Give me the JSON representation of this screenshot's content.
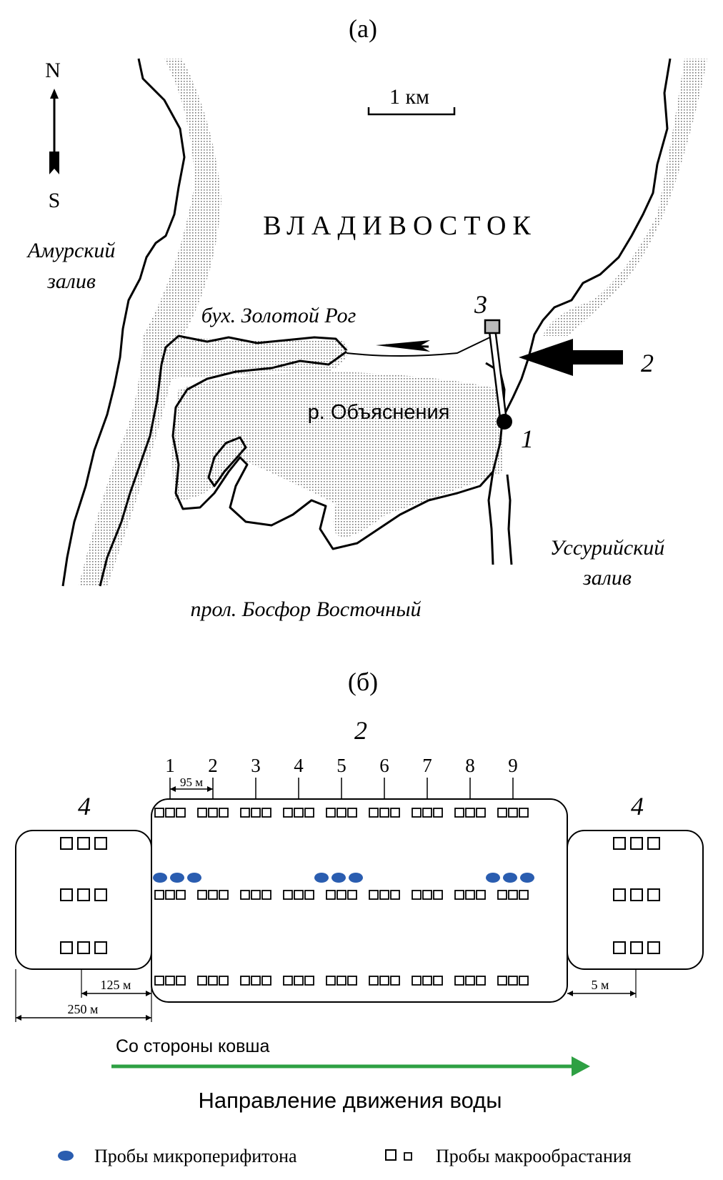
{
  "panel_a": {
    "label": "(a)",
    "compass_n": "N",
    "compass_s": "S",
    "scale_label": "1 км",
    "city": "ВЛАДИВОСТОК",
    "amur_bay": [
      "Амурский",
      "залив"
    ],
    "golden_horn": "бух. Золотой Рог",
    "river": "р. Объяснения",
    "ussuri_bay": [
      "Уссурийский",
      "залив"
    ],
    "bosphorus": "прол. Босфор Восточный",
    "marker_1": "1",
    "marker_2": "2",
    "marker_3": "3"
  },
  "panel_b": {
    "label": "(б)",
    "top_number": "2",
    "side_number": "4",
    "station_labels": [
      "1",
      "2",
      "3",
      "4",
      "5",
      "6",
      "7",
      "8",
      "9"
    ],
    "dim_95": "95 м",
    "dim_125": "125 м",
    "dim_250": "250 м",
    "dim_5": "5 м",
    "flow_from": "Со стороны ковша",
    "flow_title": "Направление движения воды",
    "colors": {
      "micro_sample": "#2a5db0",
      "flow_arrow": "#2ea043"
    }
  },
  "legend": {
    "micro": "Пробы микроперифитона",
    "macro": "Пробы макрообрастания"
  }
}
